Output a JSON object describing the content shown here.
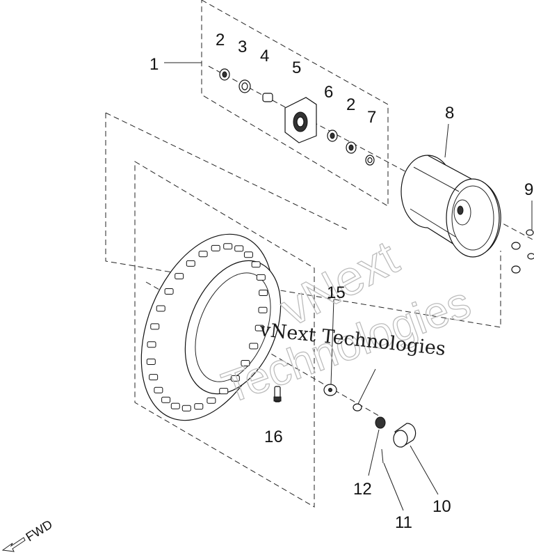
{
  "diagram": {
    "callouts": [
      {
        "id": "c1",
        "text": "1"
      },
      {
        "id": "c2a",
        "text": "2"
      },
      {
        "id": "c3",
        "text": "3"
      },
      {
        "id": "c4",
        "text": "4"
      },
      {
        "id": "c5",
        "text": "5"
      },
      {
        "id": "c6",
        "text": "6"
      },
      {
        "id": "c2b",
        "text": "2"
      },
      {
        "id": "c7",
        "text": "7"
      },
      {
        "id": "c8",
        "text": "8"
      },
      {
        "id": "c9",
        "text": "9"
      },
      {
        "id": "c15",
        "text": "15"
      },
      {
        "id": "c16",
        "text": "16"
      },
      {
        "id": "c12",
        "text": "12"
      },
      {
        "id": "c11",
        "text": "11"
      },
      {
        "id": "c10",
        "text": "10"
      }
    ],
    "direction_label": "FWD",
    "watermark_outline_1": "vNext",
    "watermark_outline_2": "Technologies",
    "watermark_text": "vNext Technologies"
  }
}
